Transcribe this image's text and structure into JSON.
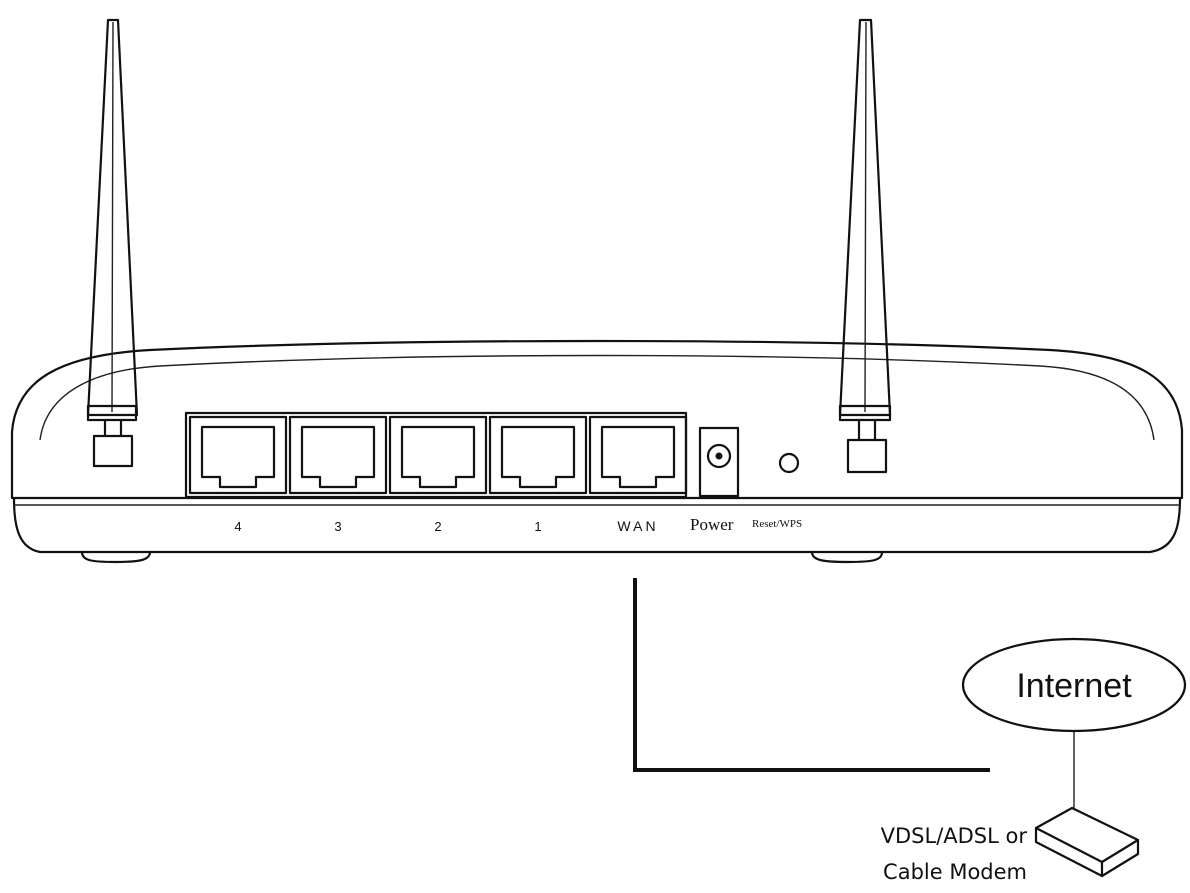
{
  "router": {
    "ports": [
      {
        "label": "4"
      },
      {
        "label": "3"
      },
      {
        "label": "2"
      },
      {
        "label": "1"
      },
      {
        "label": "WAN"
      }
    ],
    "power_label": "Power",
    "reset_label": "Reset/WPS"
  },
  "internet": {
    "label": "Internet"
  },
  "modem": {
    "label_line1": "VDSL/ADSL or",
    "label_line2": "Cable Modem"
  }
}
